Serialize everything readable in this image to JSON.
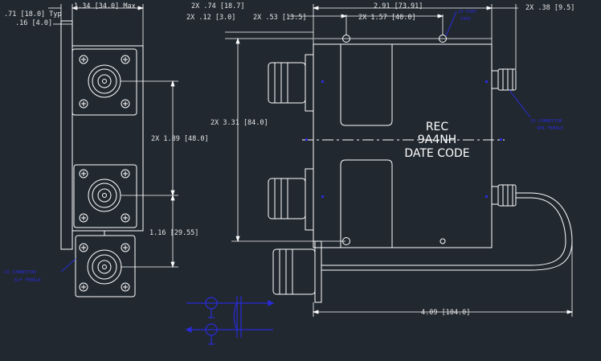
{
  "colors": {
    "background": "#212830",
    "lines": "#ffffff",
    "notes": "#2b2bd6"
  },
  "dims": {
    "typ_71": ".71 [18.0] Typ",
    "max_134": "1.34 [34.0] Max",
    "d_16": ".16 [4.0]",
    "d_189": "2X 1.89 [48.0]",
    "d_116": "1.16 [29.55]",
    "d_74": "2X .74 [18.7]",
    "d_12": "2X .12 [3.0]",
    "d_53": "2X .53 [13.5]",
    "d_291": "2.91 [73.91]",
    "d_157": "2X 1.57 [40.0]",
    "d_38": "2X .38 [9.5]",
    "d_331": "2X 3.31 [84.0]",
    "d_409": "4.09 [104.0]"
  },
  "label": {
    "line1": "REC",
    "line2": "9A4NH",
    "line3": "DATE CODE"
  },
  "notes": {
    "top_right": [
      "2X PORT",
      "TAPS"
    ],
    "right": [
      "2X CONNECTOR",
      "SMA FEMALE"
    ],
    "left": [
      "2X CONNECTOR",
      "N/F FEMALE"
    ]
  }
}
